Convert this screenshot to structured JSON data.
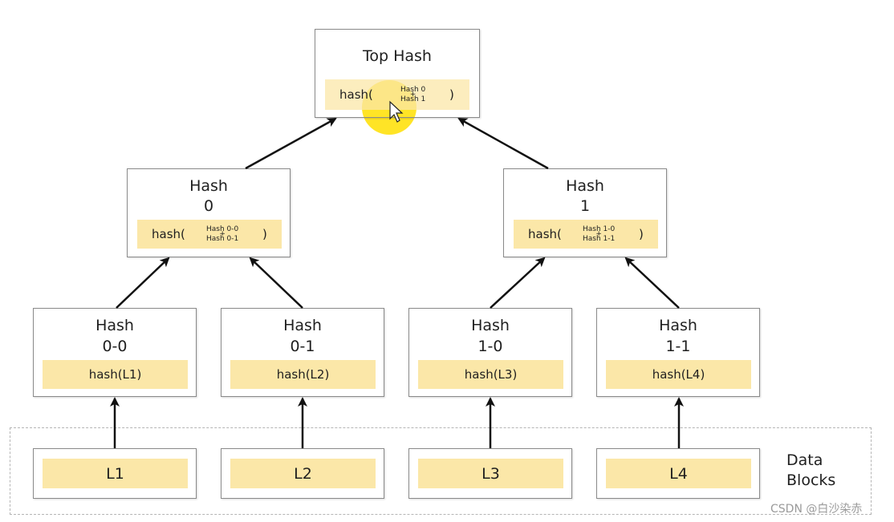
{
  "top": {
    "title": "Top Hash",
    "hash_fn": "hash(",
    "input_a": "Hash 0",
    "plus": "+",
    "input_b": "Hash 1",
    "close": ")"
  },
  "level1": [
    {
      "title_line1": "Hash",
      "title_line2": "0",
      "hash_fn": "hash(",
      "input_a": "Hash 0-0",
      "plus": "+",
      "input_b": "Hash 0-1",
      "close": ")"
    },
    {
      "title_line1": "Hash",
      "title_line2": "1",
      "hash_fn": "hash(",
      "input_a": "Hash 1-0",
      "plus": "+",
      "input_b": "Hash 1-1",
      "close": ")"
    }
  ],
  "leaves": [
    {
      "title_line1": "Hash",
      "title_line2": "0-0",
      "hash": "hash(L1)"
    },
    {
      "title_line1": "Hash",
      "title_line2": "0-1",
      "hash": "hash(L2)"
    },
    {
      "title_line1": "Hash",
      "title_line2": "1-0",
      "hash": "hash(L3)"
    },
    {
      "title_line1": "Hash",
      "title_line2": "1-1",
      "hash": "hash(L4)"
    }
  ],
  "data_blocks": {
    "label_line1": "Data",
    "label_line2": "Blocks",
    "items": [
      "L1",
      "L2",
      "L3",
      "L4"
    ]
  },
  "watermark": "CSDN @白沙染赤",
  "colors": {
    "highlight": "#fbe7a8",
    "border": "#8a8a8a",
    "arrow": "#111111",
    "cursor_glow": "#ffe214"
  }
}
